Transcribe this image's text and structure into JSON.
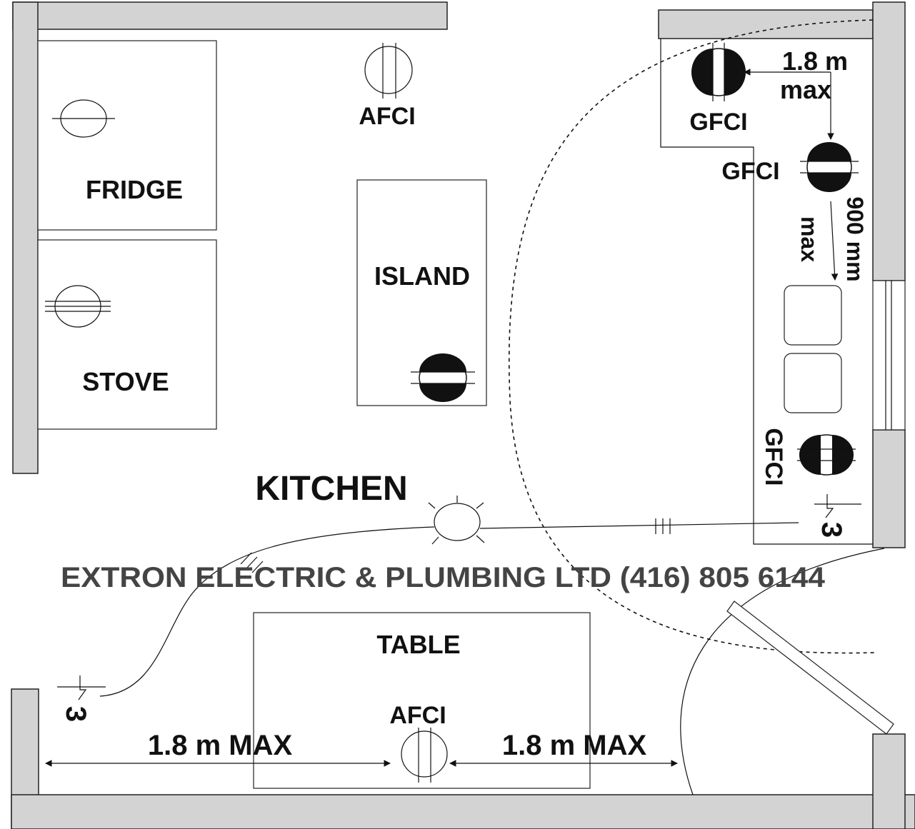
{
  "rooms": {
    "fridge": "FRIDGE",
    "stove": "STOVE",
    "island": "ISLAND",
    "kitchen": "KITCHEN",
    "table": "TABLE"
  },
  "outlets": {
    "afci_top": "AFCI",
    "afci_table": "AFCI",
    "gfci_corner": "GFCI",
    "gfci_counter": "GFCI",
    "gfci_sink": "GFCI"
  },
  "dimensions": {
    "corner_max_value": "1.8 m",
    "corner_max_word": "max",
    "counter_max_value": "900 mm",
    "counter_max_word": "max",
    "table_left_max": "1.8 m MAX",
    "table_right_max": "1.8 m MAX"
  },
  "switches": {
    "right_switch_mark": "3",
    "left_switch_mark": "3"
  },
  "watermark": "EXTRON ELECTRIC & PLUMBING LTD  (416) 805 6144",
  "colors": {
    "wall_fill": "#d3d3d3",
    "line": "#111111",
    "watermark": "#444444"
  }
}
